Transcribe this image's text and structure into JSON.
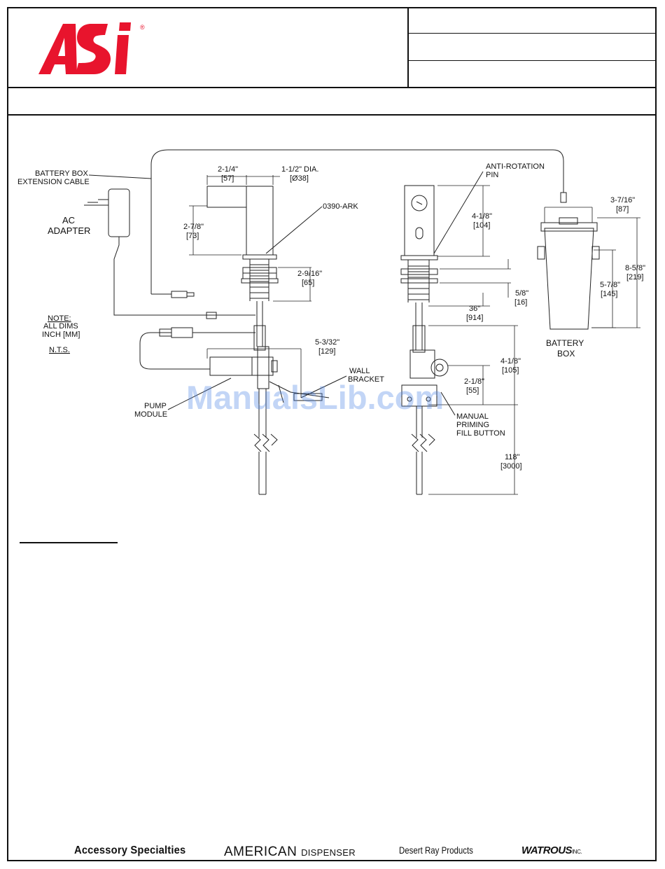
{
  "logo": {
    "text": "ASI",
    "reg_mark": "®",
    "color": "#e8142d"
  },
  "title_block": {
    "rows": [
      "",
      "",
      ""
    ],
    "subtitle": ""
  },
  "drawing": {
    "labels": {
      "battery_box_ext_1": "BATTERY BOX",
      "battery_box_ext_2": "EXTENSION CABLE",
      "ac_adapter_1": "AC",
      "ac_adapter_2": "ADAPTER",
      "note_1": "NOTE:",
      "note_2": "ALL DIMS",
      "note_3": "INCH [MM]",
      "nts": "N.T.S.",
      "pump_module_1": "PUMP",
      "pump_module_2": "MODULE",
      "wall_bracket_1": "WALL",
      "wall_bracket_2": "BRACKET",
      "model": "0390-ARK",
      "anti_rotation_1": "ANTI-ROTATION",
      "anti_rotation_2": "PIN",
      "manual_priming_1": "MANUAL",
      "manual_priming_2": "PRIMING",
      "manual_priming_3": "FILL BUTTON",
      "battery_box_1": "BATTERY",
      "battery_box_2": "BOX"
    },
    "dimensions": {
      "d_2_1_4": {
        "inch": "2-1/4\"",
        "mm": "[57]"
      },
      "d_1_1_2": {
        "inch": "1-1/2\" DIA.",
        "mm": "[Ø38]"
      },
      "d_2_7_8": {
        "inch": "2-7/8\"",
        "mm": "[73]"
      },
      "d_2_9_16": {
        "inch": "2-9/16\"",
        "mm": "[65]"
      },
      "d_5_3_32": {
        "inch": "5-3/32\"",
        "mm": "[129]"
      },
      "d_4_1_8_top": {
        "inch": "4-1/8\"",
        "mm": "[104]"
      },
      "d_5_8": {
        "inch": "5/8\"",
        "mm": "[16]"
      },
      "d_36": {
        "inch": "36\"",
        "mm": "[914]"
      },
      "d_4_1_8_mid": {
        "inch": "4-1/8\"",
        "mm": "[105]"
      },
      "d_2_1_8": {
        "inch": "2-1/8\"",
        "mm": "[55]"
      },
      "d_118": {
        "inch": "118\"",
        "mm": "[3000]"
      },
      "d_3_7_16": {
        "inch": "3-7/16\"",
        "mm": "[87]"
      },
      "d_8_5_8": {
        "inch": "8-5/8\"",
        "mm": "[219]"
      },
      "d_5_7_8": {
        "inch": "5-7/8\"",
        "mm": "[145]"
      }
    }
  },
  "watermark": "ManualsLib.com",
  "footer": {
    "brand_1": "Accessory Specialties",
    "brand_2_main": "AMERICAN",
    "brand_2_small": "DISPENSER",
    "brand_3": "Desert Ray Products",
    "brand_4_main": "WATROUS",
    "brand_4_small": "INC."
  }
}
